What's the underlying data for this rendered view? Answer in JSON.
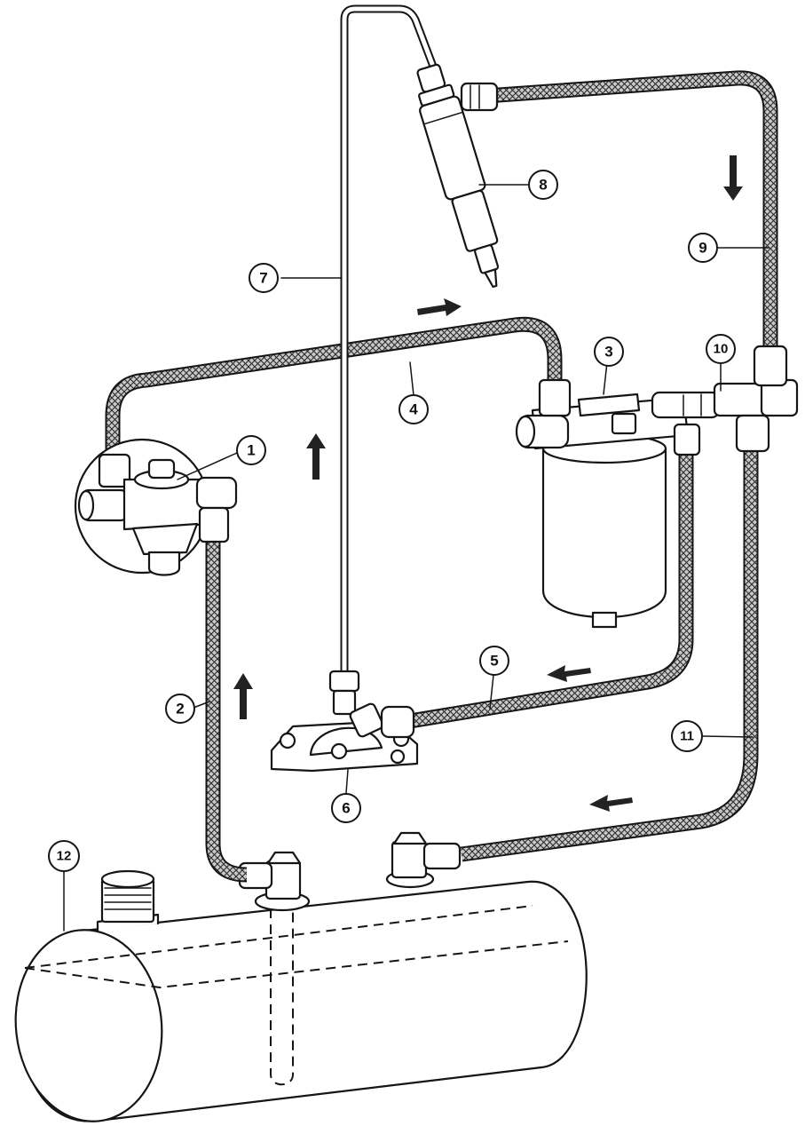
{
  "diagram": {
    "type": "fuel-system-schematic",
    "colors": {
      "ink": "#151515",
      "hose_fill": "#c9c9c9",
      "background": "#ffffff"
    },
    "callouts": [
      {
        "id": "c1",
        "label": "1"
      },
      {
        "id": "c2",
        "label": "2"
      },
      {
        "id": "c3",
        "label": "3"
      },
      {
        "id": "c4",
        "label": "4"
      },
      {
        "id": "c5",
        "label": "5"
      },
      {
        "id": "c6",
        "label": "6"
      },
      {
        "id": "c7",
        "label": "7"
      },
      {
        "id": "c8",
        "label": "8"
      },
      {
        "id": "c9",
        "label": "9"
      },
      {
        "id": "c10",
        "label": "10"
      },
      {
        "id": "c11",
        "label": "11"
      },
      {
        "id": "c12",
        "label": "12"
      }
    ],
    "flow_arrows": [
      {
        "id": "arrow-hose-4",
        "direction": "right"
      },
      {
        "id": "arrow-pipe-7",
        "direction": "up"
      },
      {
        "id": "arrow-hose-2",
        "direction": "up"
      },
      {
        "id": "arrow-hose-5",
        "direction": "left"
      },
      {
        "id": "arrow-hose-9",
        "direction": "down"
      },
      {
        "id": "arrow-hose-11",
        "direction": "left"
      }
    ]
  }
}
